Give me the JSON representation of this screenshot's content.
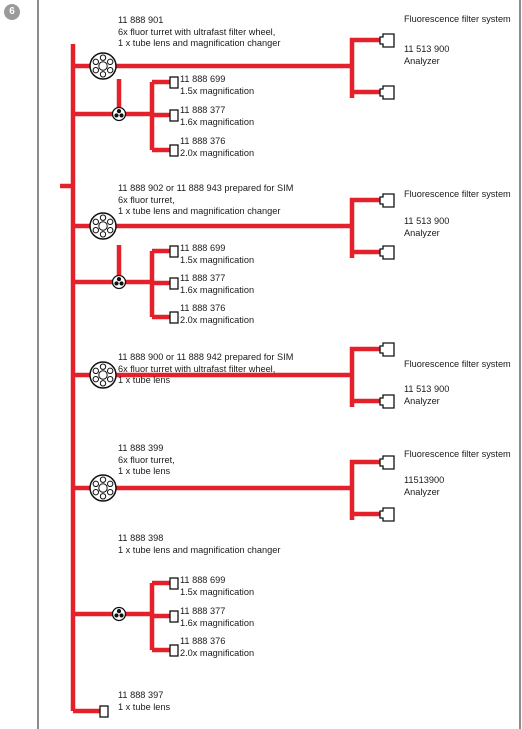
{
  "section_number": "6",
  "line_color": "#e4202b",
  "icon_color": "#111111",
  "modules": [
    {
      "lines": [
        "11 888 901",
        "6x fluor turret with ultrafast filter wheel,",
        "1 x tube lens and magnification changer"
      ]
    },
    {
      "lines": [
        "11 888 902 or 11 888 943 prepared for SIM",
        "6x fluor turret,",
        "1 x tube lens and magnification changer"
      ]
    },
    {
      "lines": [
        "11 888 900 or 11 888 942 prepared for SIM",
        "6x fluor turret with ultrafast filter wheel,",
        "1 x tube lens"
      ]
    },
    {
      "lines": [
        "11 888 399",
        "6x fluor turret,",
        "1 x tube lens"
      ]
    },
    {
      "lines": [
        "11 888 398",
        "1 x tube lens and magnification changer"
      ]
    },
    {
      "lines": [
        "11 888 397",
        "1 x tube lens"
      ]
    }
  ],
  "outputs": [
    [
      {
        "lines": [
          "Fluorescence filter system"
        ]
      },
      {
        "lines": [
          "11 513 900",
          "Analyzer"
        ]
      }
    ],
    [
      {
        "lines": [
          "Fluorescence filter system"
        ]
      },
      {
        "lines": [
          "11 513 900",
          "Analyzer"
        ]
      }
    ],
    [
      {
        "lines": [
          "Fluorescence filter system"
        ]
      },
      {
        "lines": [
          "11 513 900",
          "Analyzer"
        ]
      }
    ],
    [
      {
        "lines": [
          "Fluorescence filter system"
        ]
      },
      {
        "lines": [
          "11513900",
          "Analyzer"
        ]
      }
    ]
  ],
  "changers": [
    [
      {
        "lines": [
          "11 888 699",
          "1.5x magnification"
        ]
      },
      {
        "lines": [
          "11 888 377",
          "1.6x magnification"
        ]
      },
      {
        "lines": [
          "11 888 376",
          "2.0x magnification"
        ]
      }
    ],
    [
      {
        "lines": [
          "11 888 699",
          "1.5x magnification"
        ]
      },
      {
        "lines": [
          "11 888 377",
          "1.6x magnification"
        ]
      },
      {
        "lines": [
          "11 888 376",
          "2.0x magnification"
        ]
      }
    ],
    [
      {
        "lines": [
          "11 888 699",
          "1.5x magnification"
        ]
      },
      {
        "lines": [
          "11 888 377",
          "1.6x magnification"
        ]
      },
      {
        "lines": [
          "11 888 376",
          "2.0x magnification"
        ]
      }
    ]
  ]
}
